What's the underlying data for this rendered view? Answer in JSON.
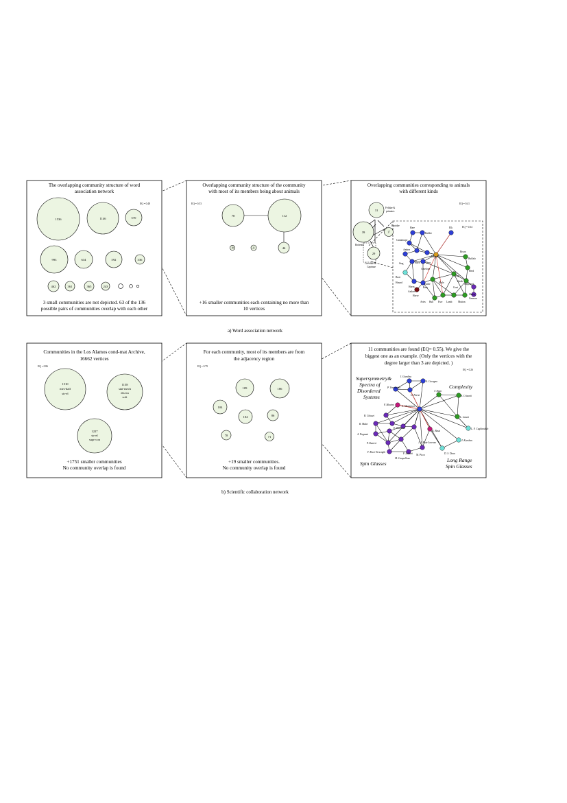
{
  "colors": {
    "community_fill": "#ecf5e2",
    "blue": "#2e3fd6",
    "green": "#2e9b23",
    "purple": "#6a2ab7",
    "cyan": "#6fe0d8",
    "dark_red": "#7a0f14",
    "magenta": "#c2187a",
    "red_edge": "#d0302a",
    "orange": "#d89a1c"
  },
  "row_a": {
    "caption": "a) Word association network",
    "panel1": {
      "title_line1": "The overlapping community structure of word",
      "title_line2": "association network",
      "eq": "EQ = 0.48",
      "circles": [
        "1536",
        "1146",
        "570",
        "993",
        "634",
        "592",
        "336",
        "462",
        "361",
        "365",
        "243"
      ],
      "footer_line1": "3 small communities are not depicted. 63 of the 136",
      "footer_line2": "possible pairs of communities overlap with each other"
    },
    "panel2": {
      "title_line1": "Overlapping community structure of the community",
      "title_line2": "with most of its members being about animals",
      "eq": "EQ = 0.53",
      "circles": [
        "78",
        "112",
        "46",
        "18",
        "21"
      ],
      "footer_line1": "+16 smaller communities each containing no more than",
      "footer_line2": "10 vertices"
    },
    "panel3": {
      "title_line1": "Overlapping communities corresponding to animals",
      "title_line2": "with different kinds",
      "eq": "EQ = 0.41",
      "eq_inner": "EQ = 0.34",
      "circles": [
        "31",
        "39",
        "17",
        "29"
      ],
      "circle_labels": [
        "Felidae &",
        "primates",
        "Equidae",
        "Rodentia",
        "Cervidae &",
        "Caprinae"
      ],
      "node_labels": [
        "Hare",
        "Rabbit",
        "Elk",
        "Cantaloupe",
        "Bison",
        "Buffalo",
        "Amber",
        "Animal",
        "Herd",
        "Stag",
        "Horn",
        "Deer",
        "Dog",
        "Hound",
        "Horse",
        "Horns",
        "Cattle",
        "Ram",
        "Antlers",
        "Steak",
        "Sheep",
        "Antelope",
        "Ewe",
        "Lamb",
        "Mutton",
        "Goat",
        "Shepherd",
        "German",
        "Aries",
        "Bull",
        "Boar",
        "Mule"
      ]
    }
  },
  "row_b": {
    "caption": "b) Scientific collaboration network",
    "panel1": {
      "title_line1": "Communities in the Los Alamos cond-mat Archive,",
      "title_line2": "16662 vertices",
      "eq": "EQ = 0.86",
      "c1_num": "1510",
      "c1_l1": "mes-hall",
      "c1_l2": "str-el",
      "c2_num": "1158",
      "c2_l1": "stat-mech",
      "c2_l2": "dis-nn",
      "c2_l3": "soft",
      "c3_num": "1227",
      "c3_l1": "str-el",
      "c3_l2": "supr-con",
      "footer_line1": "+1751 smaller communities",
      "footer_line2": "No community overlap is found"
    },
    "panel2": {
      "title_line1": "For each community, most of its members are from",
      "title_line2": "the adjacency region",
      "eq": "EQ = 0.79",
      "circles": [
        "109",
        "186",
        "104",
        "104",
        "86",
        "78",
        "71"
      ],
      "footer_line1": "+19 smaller communities.",
      "footer_line2": "No community overlap is found"
    },
    "panel3": {
      "title_line1": "11 communities are found (EQ= 0.55). We give the",
      "title_line2": "biggest one as an example. (Only the vertices with the",
      "title_line3": "degree larger than 3 are depicted. )",
      "eq": "EQ = 0.26",
      "group_labels": [
        "Supersymmetry&",
        "Spectra of",
        "Disordered",
        "Systems",
        "Complexity",
        "Spin Glasses",
        "Long Range",
        "Spin Glasses"
      ],
      "names": [
        "I. Giardina",
        "A. Cavagna",
        "P. Verrocchio",
        "G. Parisi",
        "T. Rizzo",
        "A. Crisanti",
        "F. Mezzini",
        "A. Montanari",
        "B. Coluzzi",
        "L. Leuzzi",
        "R. Mulet",
        "L. F. Cugliandolo",
        "E. Marinari",
        "A. Pagnani",
        "J. Kurchan",
        "P. Ranieri",
        "D. S. Dean",
        "F. Ricci-Tersenghi",
        "F. Zuliani",
        "M. Picco",
        "M. Campellone",
        "J. J. Ruiz-Lorenzo",
        "G. Bussi"
      ]
    }
  }
}
